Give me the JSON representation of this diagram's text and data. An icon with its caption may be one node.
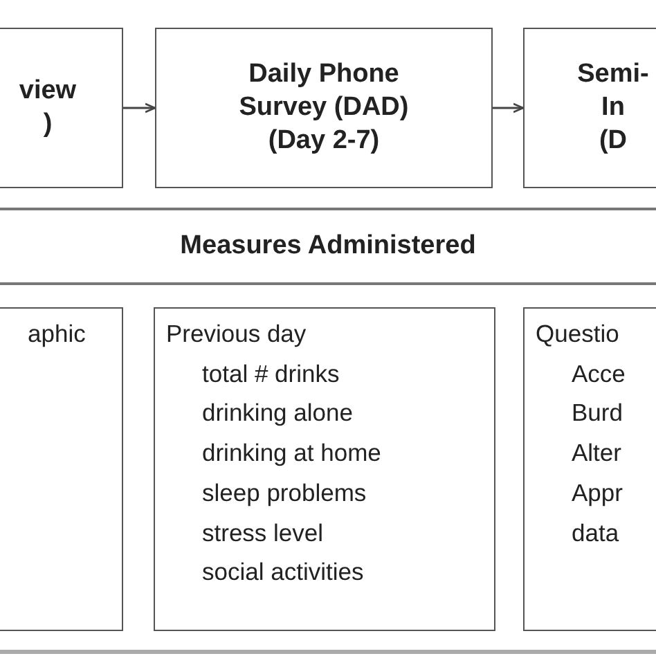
{
  "diagram": {
    "nodes": [
      {
        "text": [
          "view )"
        ]
      },
      {
        "text": [
          "Daily Phone Survey (DAD) (Day 2-7)"
        ]
      },
      {
        "text": [
          "Semi- In (D"
        ]
      },
      {
        "text": [
          "Measures Administered"
        ]
      },
      {
        "text": [
          "aphic"
        ]
      },
      {
        "text": [
          "Previous day",
          "total # drinks",
          "drinking alone",
          "drinking at home",
          "sleep problems",
          "stress level",
          "social activities"
        ]
      },
      {
        "text": [
          "Questio",
          "Acce",
          "Burd",
          "Alter",
          "Appr",
          "data"
        ]
      }
    ],
    "edges": [
      {
        "from": 0,
        "to": 1,
        "arrow": "to"
      },
      {
        "from": 1,
        "to": 2,
        "arrow": "to"
      }
    ]
  }
}
